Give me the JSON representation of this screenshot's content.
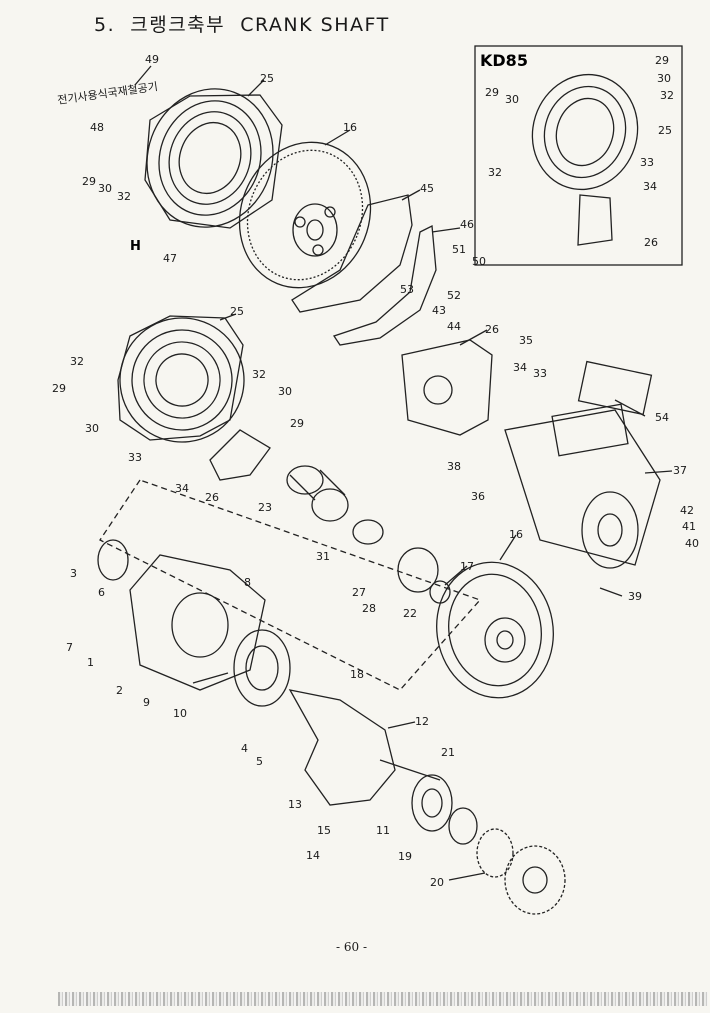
{
  "header": {
    "section_number": "5.",
    "title_korean": "크랭크축부",
    "title_english": "CRANK SHAFT"
  },
  "footer": {
    "page_number": "- 60 -"
  },
  "inset": {
    "title": "KD85",
    "labels": [
      "29",
      "30",
      "32",
      "29",
      "30",
      "32",
      "25",
      "33",
      "34",
      "26"
    ]
  },
  "plate_text": "전기사용식국재철공기",
  "h_mark": "H",
  "part_labels": [
    "49",
    "48",
    "25",
    "16",
    "29",
    "30",
    "32",
    "45",
    "46",
    "47",
    "51",
    "50",
    "53",
    "52",
    "43",
    "44",
    "25",
    "26",
    "35",
    "32",
    "29",
    "30",
    "32",
    "30",
    "29",
    "34",
    "33",
    "54",
    "33",
    "34",
    "26",
    "23",
    "38",
    "37",
    "36",
    "31",
    "42",
    "41",
    "40",
    "3",
    "6",
    "27",
    "28",
    "22",
    "17",
    "16",
    "39",
    "7",
    "8",
    "1",
    "2",
    "9",
    "10",
    "18",
    "12",
    "4",
    "5",
    "21",
    "13",
    "11",
    "15",
    "19",
    "14",
    "20"
  ]
}
